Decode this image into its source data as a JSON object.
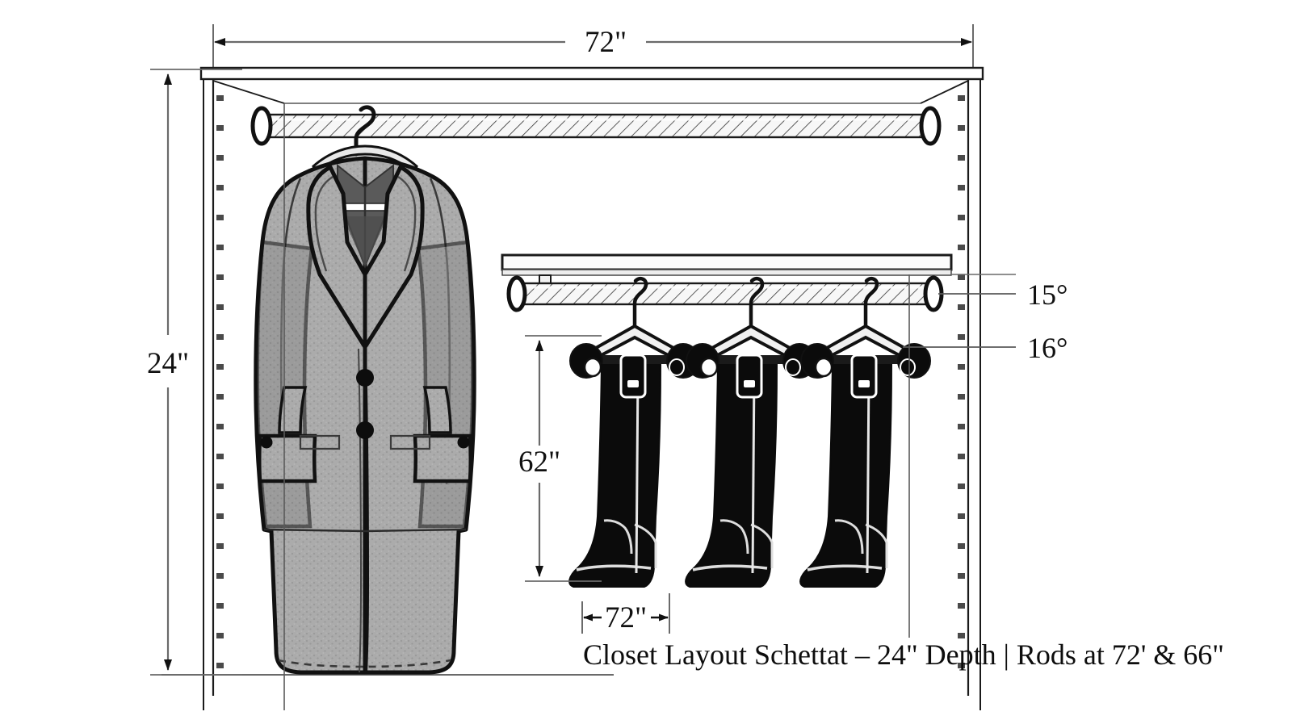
{
  "diagram": {
    "title_caption": "Closet Layout Schettat – 24\" Depth | Rods at 72' & 66\"",
    "dimensions": {
      "top_width": "72\"",
      "left_height": "24\"",
      "inner_height": "62\"",
      "lower_width": "72\""
    },
    "annotations": {
      "upper_angle": "15°",
      "lower_angle": "16°"
    },
    "colors": {
      "line": "#1a1a1a",
      "dim_line": "#555555",
      "coat_fill": "#aaaaaa",
      "coat_shadow": "#8d8d8d",
      "boot_fill": "#0b0b0b",
      "rod_fill": "#f4f4f4",
      "shelf_fill": "#fafafa",
      "background": "#ffffff"
    },
    "elements": {
      "cabinet": "closet-carcass",
      "upper_rod": "upper-hanging-rod",
      "lower_rod": "lower-hanging-rod",
      "shelf": "mid-shelf",
      "coat": "hanging-overcoat",
      "boots": "three-pairs-riding-boots",
      "pin_holes": "shelf-pin-hole-column"
    }
  }
}
